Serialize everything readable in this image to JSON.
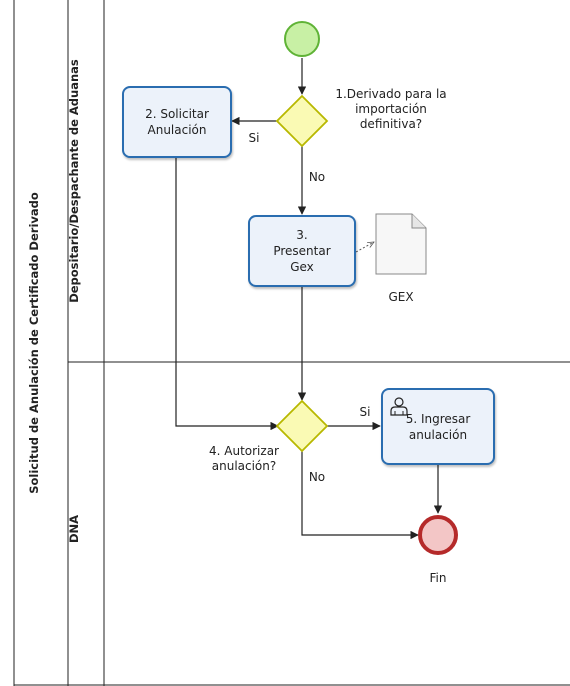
{
  "pool": {
    "title": "Solicitud de Anulación de Certificado Derivado"
  },
  "lanes": [
    {
      "label": "Depositario/Despachante de Aduanas"
    },
    {
      "label": "DNA"
    }
  ],
  "tasks": {
    "solicitar": "2. Solicitar Anulación",
    "presentar": "3. Presentar Gex",
    "ingresar": "5. Ingresar anulación"
  },
  "gateways": {
    "derivado": "1.Derivado para la importación definitiva?",
    "autorizar": "4. Autorizar anulación?"
  },
  "flow_labels": {
    "si_1": "Si",
    "no_1": "No",
    "si_2": "Si",
    "no_2": "No"
  },
  "document": {
    "label": "GEX"
  },
  "end_event": {
    "label": "Fin"
  },
  "colors": {
    "task_border": "#2a6db0",
    "task_fill": "#ecf2fa",
    "start_fill": "#c8f0a5",
    "start_border": "#5fb336",
    "end_fill": "#f3c6c6",
    "end_border": "#b52a2a",
    "gateway_fill": "#fafab4",
    "gateway_border": "#b8b800"
  }
}
